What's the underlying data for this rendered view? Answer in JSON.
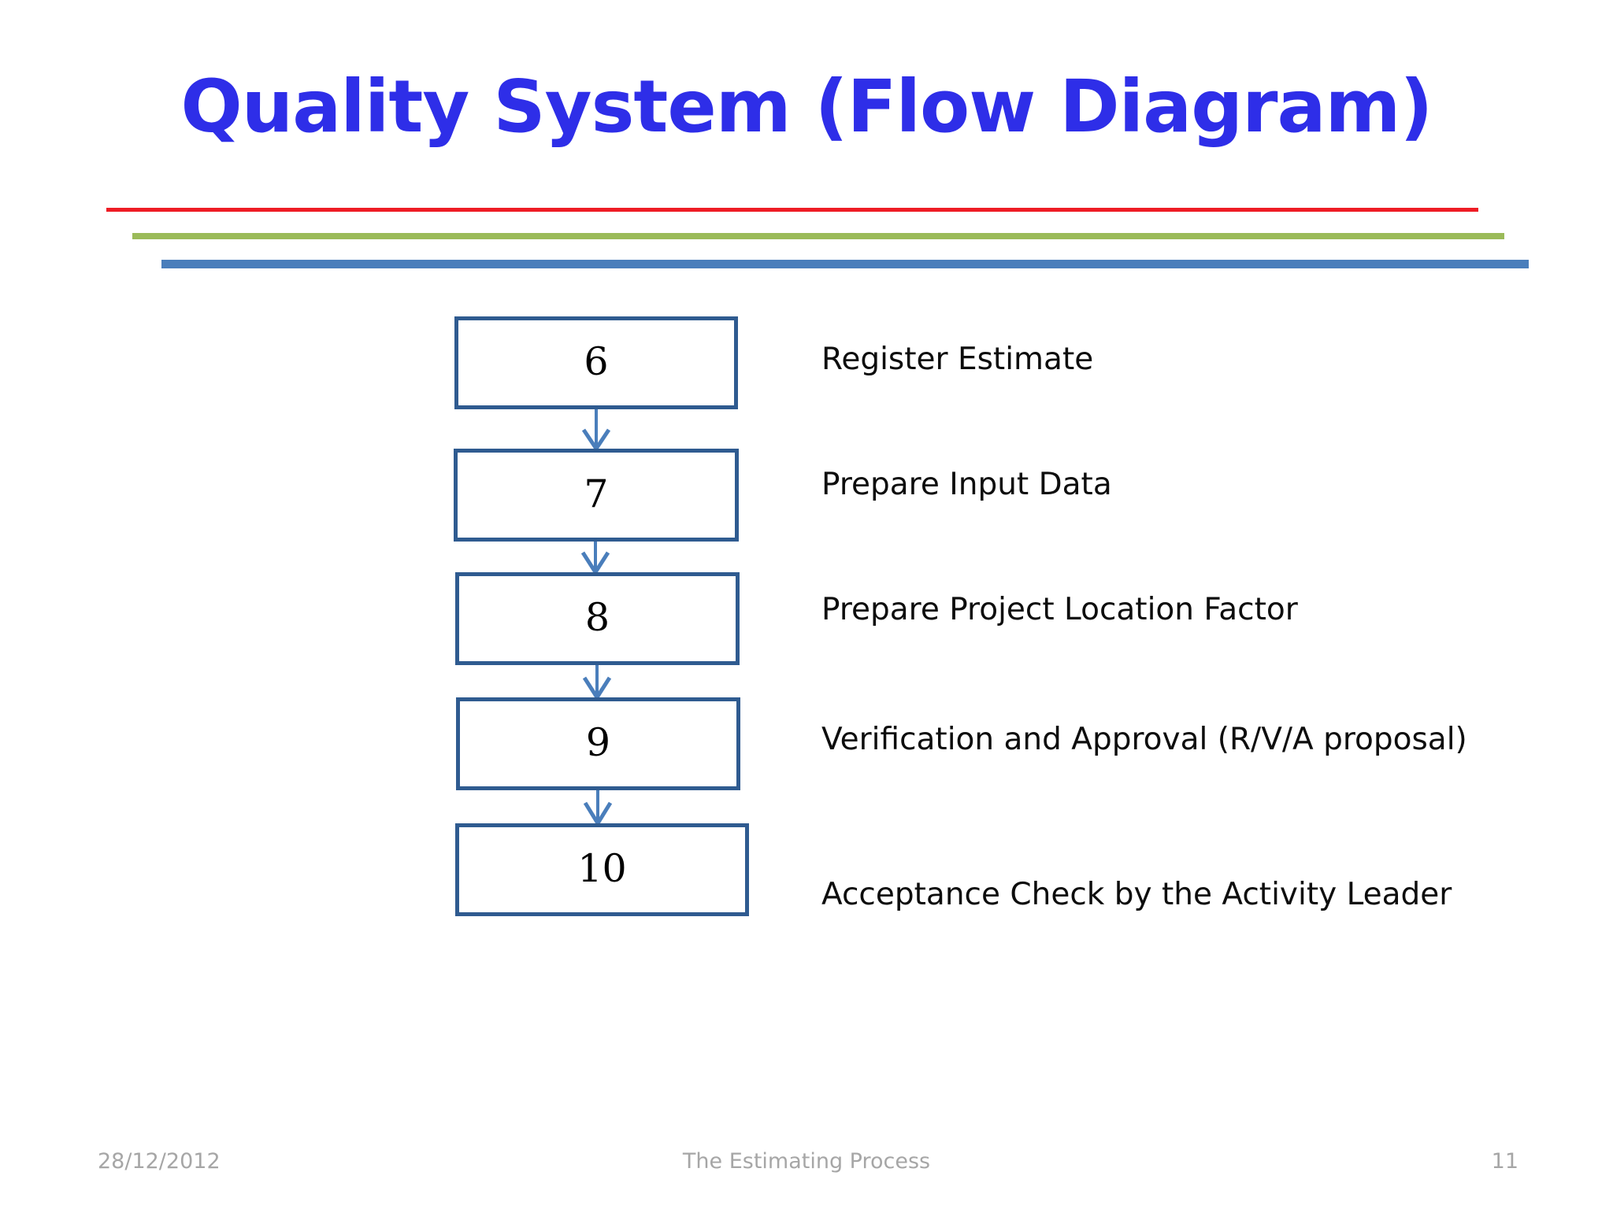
{
  "slide": {
    "title": "Quality System (Flow Diagram)",
    "title_color": "#2E2EE8",
    "background": "#ffffff"
  },
  "rules": [
    {
      "name": "red-rule",
      "color": "#EE1C25"
    },
    {
      "name": "green-rule",
      "color": "#9BBB59"
    },
    {
      "name": "blue-rule",
      "color": "#4A7EBB"
    }
  ],
  "flow": {
    "box_border_color": "#2F5B90",
    "arrow_color": "#4A7EBB",
    "steps": [
      {
        "number": "6",
        "label": "Register Estimate"
      },
      {
        "number": "7",
        "label": "Prepare Input Data"
      },
      {
        "number": "8",
        "label": "Prepare Project Location Factor"
      },
      {
        "number": "9",
        "label": "Verification and Approval (R/V/A proposal)"
      },
      {
        "number": "10",
        "label": "Acceptance Check by the Activity Leader"
      }
    ]
  },
  "footer": {
    "date": "28/12/2012",
    "center": "The Estimating Process",
    "page": "11"
  }
}
